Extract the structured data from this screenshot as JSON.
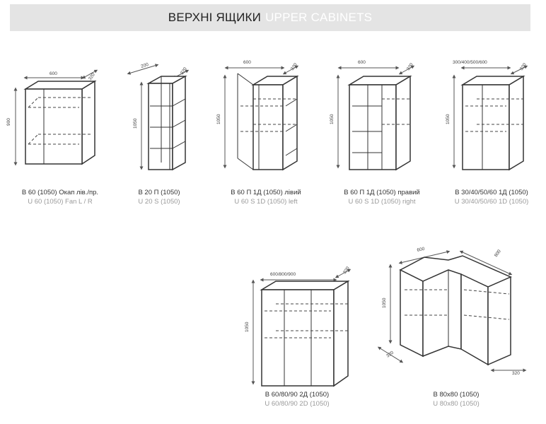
{
  "header": {
    "title_ua": "ВЕРХНІ ЯЩИКИ",
    "title_en": "UPPER CABINETS"
  },
  "cabinets": [
    {
      "name_ua": "В 60 (1050) Окап лів./пр.",
      "name_en": "U 60 (1050) Fan L / R",
      "dims": {
        "w": "600",
        "d": "320",
        "h": "900"
      }
    },
    {
      "name_ua": "В 20 П (1050)",
      "name_en": "U 20 S (1050)",
      "dims": {
        "w": "200",
        "d": "320",
        "h": "1050"
      }
    },
    {
      "name_ua": "В 60 П 1Д (1050) лівий",
      "name_en": "U 60 S 1D (1050) left",
      "dims": {
        "w": "600",
        "d": "320",
        "h": "1050"
      }
    },
    {
      "name_ua": "В 60 П 1Д (1050) правий",
      "name_en": "U 60 S 1D (1050) right",
      "dims": {
        "w": "600",
        "d": "320",
        "h": "1050"
      }
    },
    {
      "name_ua": "В 30/40/50/60 1Д (1050)",
      "name_en": "U 30/40/50/60 1D (1050)",
      "dims": {
        "w": "300/400/500/600",
        "d": "320",
        "h": "1050"
      }
    },
    {
      "name_ua": "В 60/80/90 2Д (1050)",
      "name_en": "U 60/80/90 2D (1050)",
      "dims": {
        "w": "600/800/900",
        "d": "320",
        "h": "1050"
      }
    },
    {
      "name_ua": "В 80x80 (1050)",
      "name_en": "U 80x80 (1050)",
      "dims": {
        "w": "600",
        "w2": "800",
        "d": "320",
        "d2": "320",
        "h": "1050"
      }
    }
  ]
}
